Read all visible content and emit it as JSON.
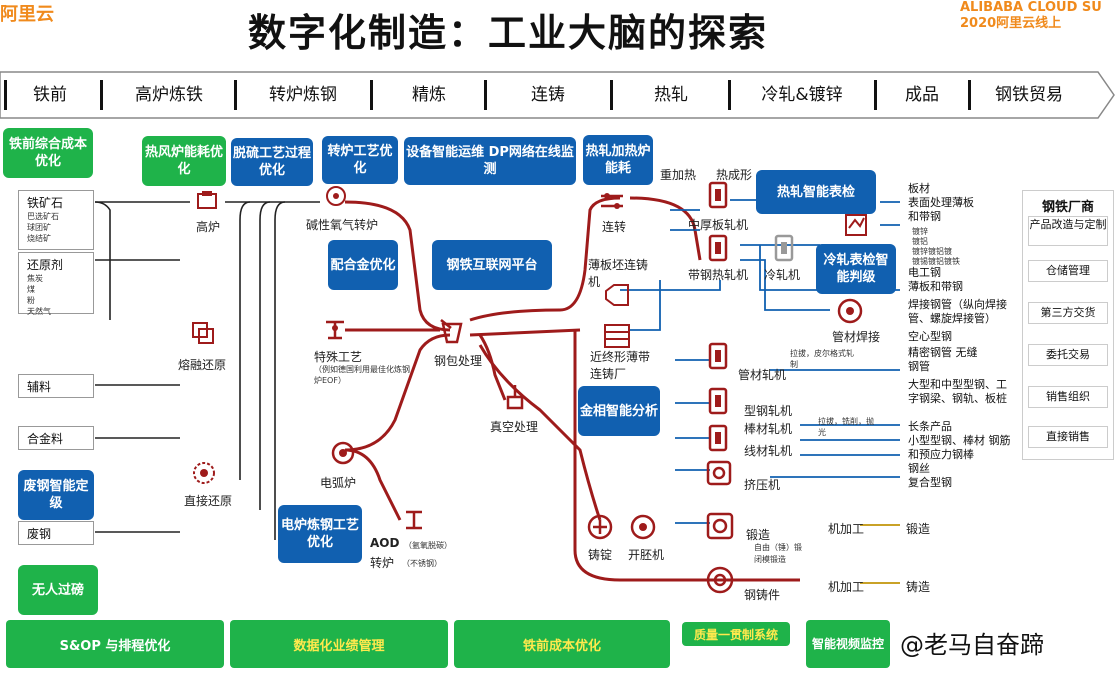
{
  "header": {
    "logo_left": "阿里云",
    "title": "数字化制造：工业大脑的探索",
    "logo_right_line1": "ALIBABA CLOUD SU",
    "logo_right_line2": "2020阿里云线上"
  },
  "stages": [
    "铁前",
    "高炉炼铁",
    "转炉炼钢",
    "精炼",
    "连铸",
    "热轧",
    "冷轧&镀锌",
    "成品",
    "钢铁贸易"
  ],
  "green_boxes": {
    "iron_front": "铁前综合成本优化",
    "hot_blast": "热风炉能耗优化",
    "scrap": "废钢智能定级",
    "unmanned": "无人过磅"
  },
  "blue_boxes": {
    "desulfur": "脱硫工艺过程优化",
    "converter_proc": "转炉工艺优化",
    "equipment": "设备智能运维 DP网络在线监测",
    "hot_roll_heat": "热轧加热炉能耗",
    "alloy": "配合金优化",
    "iiot": "钢铁互联网平台",
    "hot_surface": "热轧智能表检",
    "cold_surface": "冷轧表检智能判级",
    "metallo": "金相智能分析",
    "eaf_proc": "电炉炼钢工艺优化"
  },
  "materials": {
    "ore": "铁矿石",
    "ore_items": [
      "巴选矿石",
      "球团矿",
      "烧结矿"
    ],
    "reducer": "还原剂",
    "reducer_items": [
      "焦炭",
      "煤",
      "粉",
      "天然气"
    ],
    "aux": "辅料",
    "alloy_mat": "合金料",
    "scrap_mat": "废钢"
  },
  "nodes": {
    "blast_furnace": "高炉",
    "bof": "碱性氧气转炉",
    "smelt_reduce": "熔融还原",
    "special": "特殊工艺",
    "special_note": "（例如德国利用最佳化炼钢炉EOF）",
    "direct_reduce": "直接还原",
    "eaf": "电弧炉",
    "ladle": "钢包处理",
    "vacuum": "真空处理",
    "aod": "AOD",
    "aod_note": "（氩氧脱碳）",
    "converter": "转炉",
    "converter_note": "（不锈钢）",
    "caster": "连转",
    "thin_slab": "薄板坯连铸机",
    "near_net": "近终形薄带连铸厂",
    "ingot": "铸锭",
    "blooming": "开胚机",
    "reheat": "重加热",
    "hot_form": "热成形",
    "plate_mill": "中厚板轧机",
    "strip_mill": "带钢热轧机",
    "cold_mill": "冷轧机",
    "pipe_weld": "管材焊接",
    "pipe_mill": "管材轧机",
    "pipe_note": "拉拔，皮尔格式轧制",
    "section_mill": "型钢轧机",
    "bar_mill": "棒材轧机",
    "wire_mill": "线材轧机",
    "bar_note": "拉拔，铣削，抛光",
    "extrude": "挤压机",
    "forge": "锻造",
    "forge_note": [
      "自由（锤）锻",
      "闭模锻造"
    ],
    "machining": "机加工",
    "forging_out": "锻造",
    "steel_cast": "钢铸件",
    "casting_out": "铸造"
  },
  "products": {
    "plate": "板材",
    "surface": "表面处理薄板",
    "strip": "和带钢",
    "strip_items": [
      "镀锌",
      "镀铝",
      "镀锌镀铝镀",
      "镀锡镀铝镀铁"
    ],
    "elec": "电工钢",
    "coated": "薄板和带钢",
    "welded_pipe": "焊接钢管（纵向焊接管、螺旋焊接管）",
    "hollow": "空心型钢",
    "seamless": "精密钢管 无缝钢管",
    "sections": "大型和中型型钢、工字钢梁、钢轨、板桩",
    "long": "长条产品",
    "small": "小型型钢、棒材 钢筋和预应力钢棒",
    "wire": "钢丝",
    "composite": "复合型钢"
  },
  "right_panel": {
    "title": "钢铁厂商",
    "items": [
      "产品改造与定制",
      "仓储管理",
      "第三方交货",
      "委托交易",
      "销售组织",
      "直接销售"
    ]
  },
  "bottom_bar": [
    "S&OP 与排程优化",
    "数据化业绩管理",
    "铁前成本优化",
    "质量一贯制系统",
    "智能视频监控"
  ],
  "watermark": "@老马自奋蹄",
  "colors": {
    "process_red": "#9e1b1b",
    "flow_blue": "#1160b0",
    "green": "#1fb34a",
    "title_orange": "#f08a1c",
    "arrow_gold": "#c9a227"
  }
}
